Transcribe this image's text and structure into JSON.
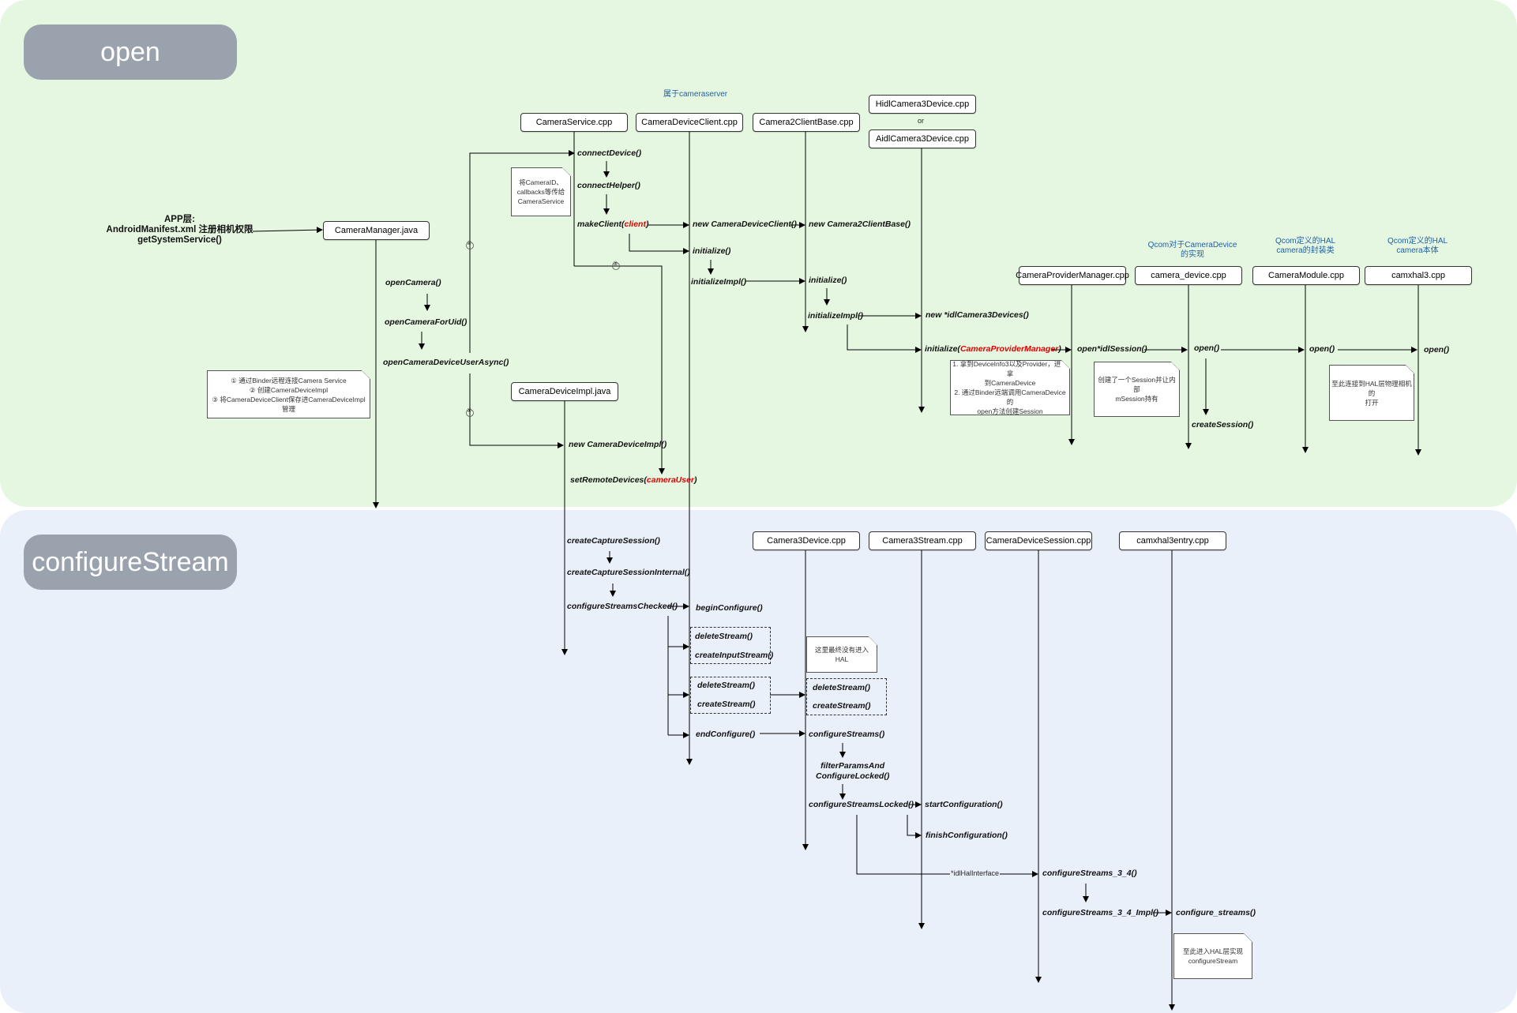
{
  "sections": {
    "open": "open",
    "configure": "configureStream"
  },
  "app_layer": {
    "line1": "APP层:",
    "line2": "AndroidManifest.xml 注册相机权限",
    "line3": "getSystemService()"
  },
  "classes": {
    "camera_manager": "CameraManager.java",
    "camera_service": "CameraService.cpp",
    "camera_device_client": "CameraDeviceClient.cpp",
    "camera2_client_base": "Camera2ClientBase.cpp",
    "hidl_camera3_device": "HidlCamera3Device.cpp",
    "aidl_camera3_device": "AidlCamera3Device.cpp",
    "camera_device_impl": "CameraDeviceImpl.java",
    "camera_provider_manager": "CameraProviderManager.cpp",
    "camera_device": "camera_device.cpp",
    "camera_module": "CameraModule.cpp",
    "camxhal3": "camxhal3.cpp",
    "camera3_device": "Camera3Device.cpp",
    "camera3_stream": "Camera3Stream.cpp",
    "camera_device_session": "CameraDeviceSession.cpp",
    "camxhal3entry": "camxhal3entry.cpp"
  },
  "labels": {
    "belongs_cameraserver": "属于cameraserver",
    "or": "or",
    "qcom_camera_device_line1": "Qcom对于CameraDevice",
    "qcom_camera_device_line2": "的实现",
    "qcom_hal_wrapper_line1": "Qcom定义的HAL",
    "qcom_hal_wrapper_line2": "camera的封装类",
    "qcom_hal_body_line1": "Qcom定义的HAL",
    "qcom_hal_body_line2": "camera本体",
    "step1": "①",
    "step2": "②",
    "step3": "③",
    "idl_hal_interface": "*idlHalInterface"
  },
  "methods": {
    "connect_device": "connectDevice()",
    "connect_helper": "connectHelper()",
    "make_client_prefix": "makeClient(",
    "make_client_arg": "client",
    "make_client_suffix": ")",
    "new_camera_device_client": "new CameraDeviceClient()",
    "new_camera2_client_base": "new Camera2ClientBase()",
    "initialize_client": "initialize()",
    "initialize_impl_client": "initializeImpl()",
    "initialize_base": "initialize()",
    "initialize_impl_base": "initializeImpl()",
    "new_idl_camera3_devices": "new *idlCamera3Devices()",
    "initialize_provider_prefix": "initialize(",
    "initialize_provider_arg": "CameraProviderManager",
    "initialize_provider_suffix": ")",
    "open_idl_session": "open*idlSession()",
    "open_device": "open()",
    "open_module": "open()",
    "open_hal": "open()",
    "create_session": "createSession()",
    "open_camera": "openCamera()",
    "open_camera_for_uid": "openCameraForUid()",
    "open_camera_device_user_async": "openCameraDeviceUserAsync()",
    "new_camera_device_impl": "new CameraDeviceImpl()",
    "set_remote_devices_prefix": "setRemoteDevices(",
    "set_remote_devices_arg": "cameraUser",
    "set_remote_devices_suffix": ")",
    "create_capture_session": "createCaptureSession()",
    "create_capture_session_internal": "createCaptureSessionInternal()",
    "configure_streams_checked": "configureStreamsChecked()",
    "begin_configure": "beginConfigure()",
    "delete_stream_1": "deleteStream()",
    "create_input_stream": "createInputStream()",
    "delete_stream_2": "deleteStream()",
    "create_stream_2": "createStream()",
    "delete_stream_3": "deleteStream()",
    "create_stream_3": "createStream()",
    "end_configure": "endConfigure()",
    "configure_streams": "configureStreams()",
    "filter_params_line1": "filterParamsAnd",
    "filter_params_line2": "ConfigureLocked()",
    "configure_streams_locked": "configureStreamsLocked()",
    "start_configuration": "startConfiguration()",
    "finish_configuration": "finishConfiguration()",
    "configure_streams_3_4": "configureStreams_3_4()",
    "configure_streams_3_4_impl": "configureStreams_3_4_Impl()",
    "configure_streams_hal": "configure_streams()"
  },
  "notes": {
    "pass_camera_id_line1": "将CameraID、",
    "pass_camera_id_line2": "callbacks等传给",
    "pass_camera_id_line3": "CameraService",
    "binder_line1": "① 通过Binder远程连接Camera Service",
    "binder_line2": "② 创建CameraDeviceImpl",
    "binder_line3": "③ 将CameraDeviceClient保存进CameraDeviceImpl管理",
    "provider_line1": "1. 拿到DeviceInfo3以及Provider，进而拿",
    "provider_line2": "到CameraDevice",
    "provider_line3": "2. 通过Binder远端调用CameraDevice的",
    "provider_line4": "open方法创建Session",
    "session_line1": "创建了一个Session并让内部",
    "session_line2": "mSession持有",
    "hal_open_line1": "至此连接到HAL层物理相机的",
    "hal_open_line2": "打开",
    "no_hal": "这里最终没有进入HAL",
    "hal_configure_line1": "至此进入HAL层实现",
    "hal_configure_line2": "configureStream"
  }
}
